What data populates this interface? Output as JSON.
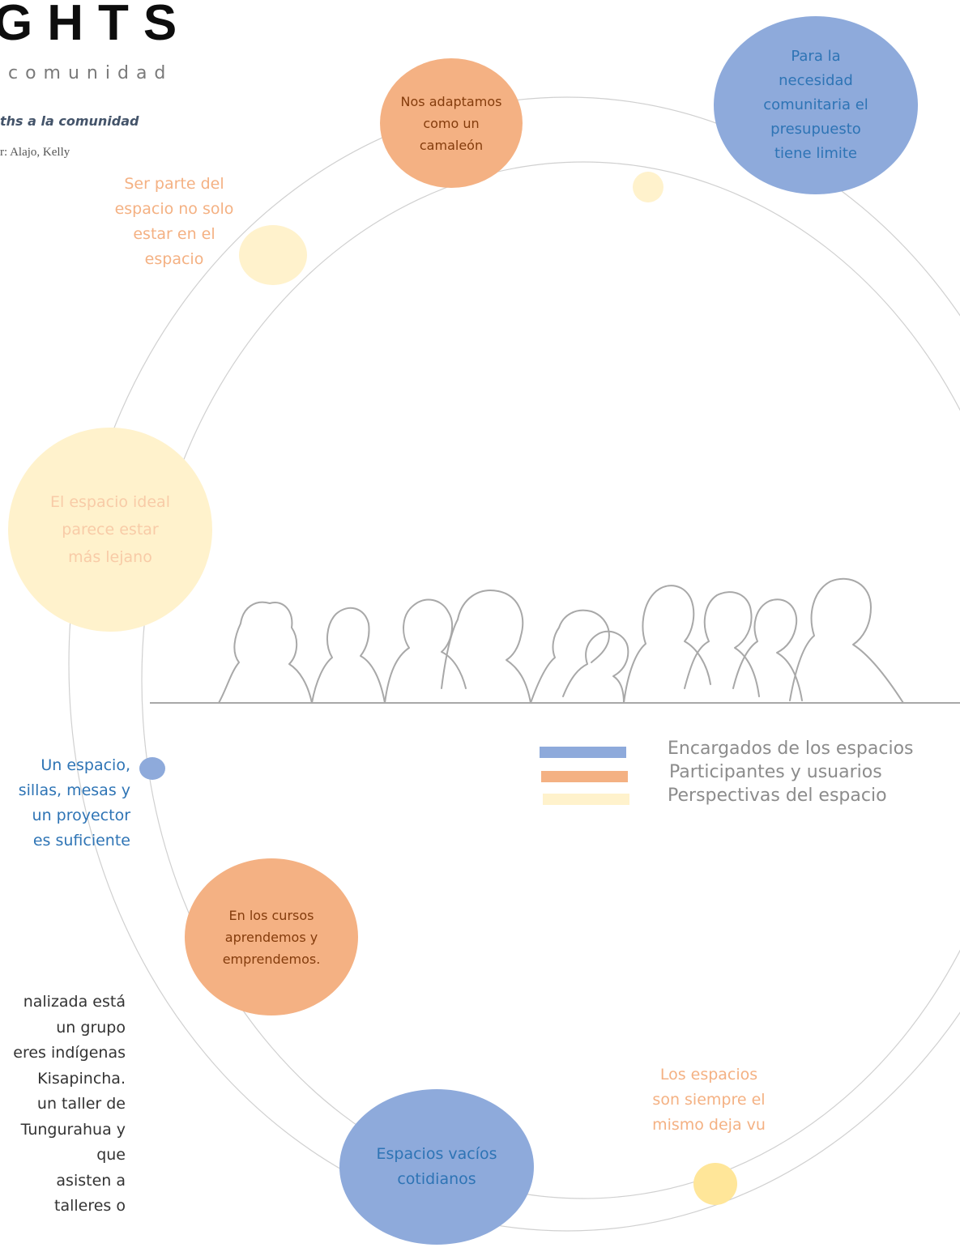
{
  "header": {
    "title": "GHTS",
    "subtitle": "comunidad",
    "subhead": "ths a la comunidad",
    "author": "r: Alajo, Kelly"
  },
  "colors": {
    "encargados": "#8eaadb",
    "participantes": "#f4b183",
    "perspectivas": "#fff2cc",
    "blue_text": "#2e74b5",
    "brown_text": "#843c0c"
  },
  "quotes": {
    "nos_adaptamos": "Nos adaptamos\ncomo un\ncamaleón",
    "presupuesto": "Para la\nnecesidad\ncomunitaria el\npresupuesto\ntiene limite",
    "ser_parte": "Ser parte del\nespacio no solo\nestar en el\nespacio",
    "espacio_ideal": "El espacio ideal\nparece estar\nmás lejano",
    "un_espacio": "Un espacio,\nsillas, mesas y\nun proyector\nes suficiente",
    "cursos": "En los cursos\naprendemos y\nemprendemos.",
    "espacios_vacios": "Espacios vacíos\ncotidianos",
    "deja_vu": "Los espacios\nson siempre el\nmismo deja vu"
  },
  "legend": {
    "items": [
      {
        "label": "Encargados de los espacios",
        "color": "#8eaadb"
      },
      {
        "label": "Participantes y usuarios",
        "color": "#f4b183"
      },
      {
        "label": "Perspectivas del espacio",
        "color": "#fff2cc"
      }
    ]
  },
  "body_text": {
    "lines": [
      "nalizada está",
      "un grupo",
      "eres indígenas",
      "Kisapincha.",
      "un taller de",
      "Tungurahua y",
      "que",
      "asisten a",
      "talleres o"
    ]
  },
  "illustration": {
    "icon": "people-line-drawing-icon"
  }
}
